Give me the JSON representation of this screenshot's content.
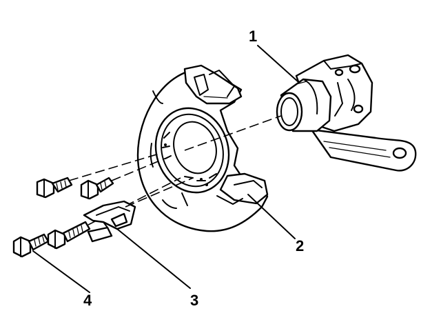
{
  "diagram": {
    "callouts": [
      {
        "id": "1",
        "text": "1"
      },
      {
        "id": "2",
        "text": "2"
      },
      {
        "id": "3",
        "text": "3"
      },
      {
        "id": "4",
        "text": "4"
      }
    ]
  }
}
